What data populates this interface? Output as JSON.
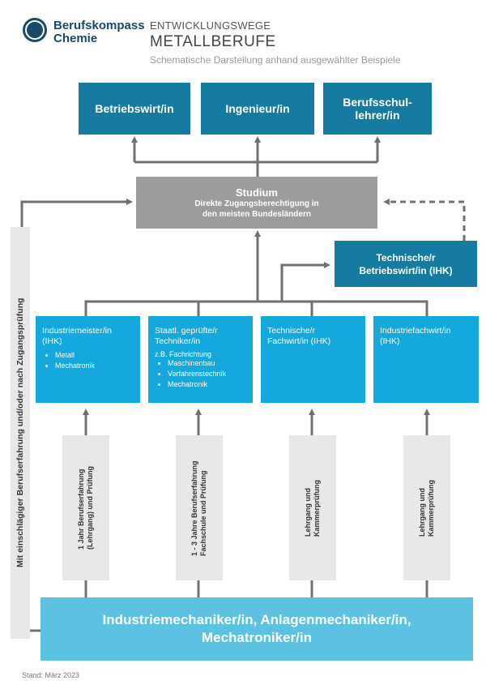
{
  "brand": {
    "line1": "Berufskompass",
    "line2": "Chemie"
  },
  "header": {
    "kicker": "ENTWICKLUNGSWEGE",
    "title": "METALLBERUFE",
    "subtitle": "Schematische Darstellung anhand ausgewählter Beispiele"
  },
  "top_careers": [
    "Betriebswirt/in",
    "Ingenieur/in",
    "Berufsschul-\nlehrer/in"
  ],
  "studium": {
    "title": "Studium",
    "text": "Direkte Zugangsberechtigung in\nden meisten Bundesländern"
  },
  "technischer_betriebswirt": "Technische/r\nBetriebswirt/in (IHK)",
  "qualifications": [
    {
      "title": "Industriemeister/in\n(IHK)",
      "note": "",
      "items": [
        "Metall",
        "Mechatronik"
      ]
    },
    {
      "title": "Staatl. geprüfte/r\nTechniker/in",
      "note": "z.B. Fachrichtung",
      "items": [
        "Maschinenbau",
        "Verfahrenstechnik",
        "Mechatronik"
      ]
    },
    {
      "title": "Technische/r\nFachwirt/in (IHK)",
      "note": "",
      "items": []
    },
    {
      "title": "Industriefachwirt/in\n(IHK)",
      "note": "",
      "items": []
    }
  ],
  "paths": [
    "1 Jahr Berufserfahrung\n(Lehrgang) und Prüfung",
    "1 - 3 Jahre Berufserfahrung\nFachschule und Prüfung",
    "Lehrgang und\nKammerprüfung",
    "Lehrgang und\nKammerprüfung"
  ],
  "side_path": "Mit einschlägiger Berufserfahrung und/oder nach Zugangsprüfung",
  "base_jobs": "Industriemechaniker/in, Anlagenmechaniker/in,\nMechatroniker/in",
  "footer": "Stand: März 2023",
  "colors": {
    "dark_blue": "#167ba0",
    "light_blue": "#14a8dc",
    "pale_blue": "#5bc2e2",
    "gray": "#9c9c9c",
    "line_gray": "#707070"
  }
}
